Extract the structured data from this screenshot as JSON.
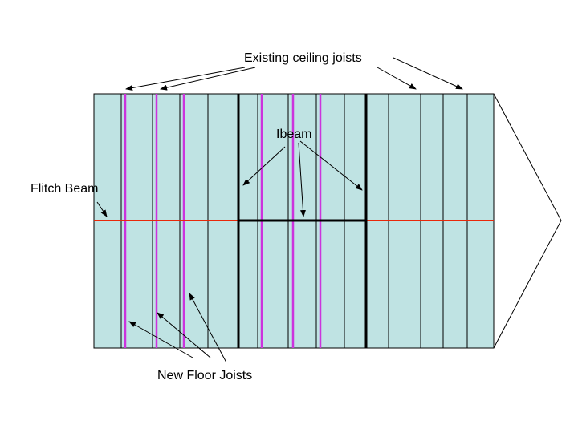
{
  "labels": {
    "existing_ceiling_joists": "Existing ceiling joists",
    "ibeam": "Ibeam",
    "flitch_beam": "Flitch Beam",
    "new_floor_joists": "New Floor Joists"
  },
  "colors": {
    "floor_fill": "#bfe3e3",
    "outline": "#000000",
    "flitch_beam": "#e8280a",
    "new_joist": "#cc33dd",
    "ibeam": "#000000"
  }
}
